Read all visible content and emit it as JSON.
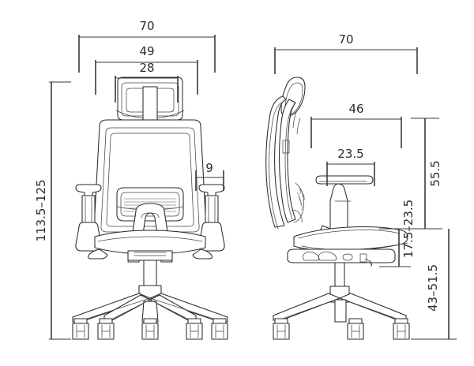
{
  "drawing": {
    "title": "Office chair dimension drawing",
    "background_color": "#ffffff",
    "line_color": "#2a2a2a",
    "dimension_color": "#3a3a3a",
    "units_note": "",
    "views": [
      {
        "id": "front-view",
        "label": "front view"
      },
      {
        "id": "side-view",
        "label": "side view"
      }
    ]
  },
  "dimensions": {
    "front": {
      "overall_width": "70",
      "backrest_width": "49",
      "headrest_width": "28",
      "armrest_width": "9",
      "overall_height": "113.5–125"
    },
    "side": {
      "overall_depth": "70",
      "seat_depth": "46",
      "seat_pad_depth": "23.5",
      "backrest_height": "55.5",
      "armrest_height": "17.5–23.5",
      "seat_height": "43–51.5"
    }
  }
}
